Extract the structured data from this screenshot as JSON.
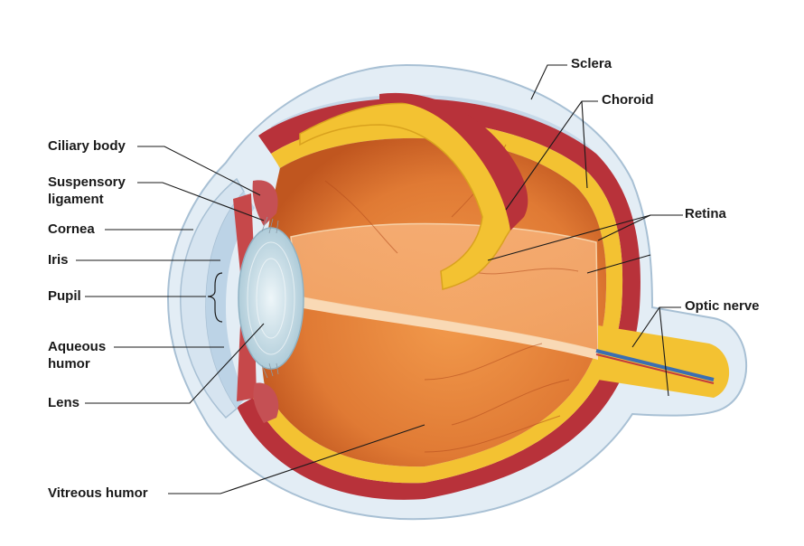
{
  "labels": {
    "sclera": "Sclera",
    "choroid": "Choroid",
    "ciliary_body": "Ciliary body",
    "suspensory_ligament_line1": "Suspensory",
    "suspensory_ligament_line2": "ligament",
    "cornea": "Cornea",
    "retina": "Retina",
    "iris": "Iris",
    "pupil": "Pupil",
    "optic_nerve": "Optic nerve",
    "aqueous_humor_line1": "Aqueous",
    "aqueous_humor_line2": "humor",
    "lens": "Lens",
    "vitreous_humor": "Vitreous humor"
  },
  "colors": {
    "sclera_outer": "#dfeaf4",
    "sclera_edge": "#9fb9cf",
    "cavity_light": "#c9dbea",
    "choroid": "#b8323a",
    "retina": "#f4c433",
    "vitreous": "#e9843a",
    "vitreous_dark": "#c85a24",
    "lens": "#cfe3ec",
    "leader": "#1a1a1a"
  }
}
